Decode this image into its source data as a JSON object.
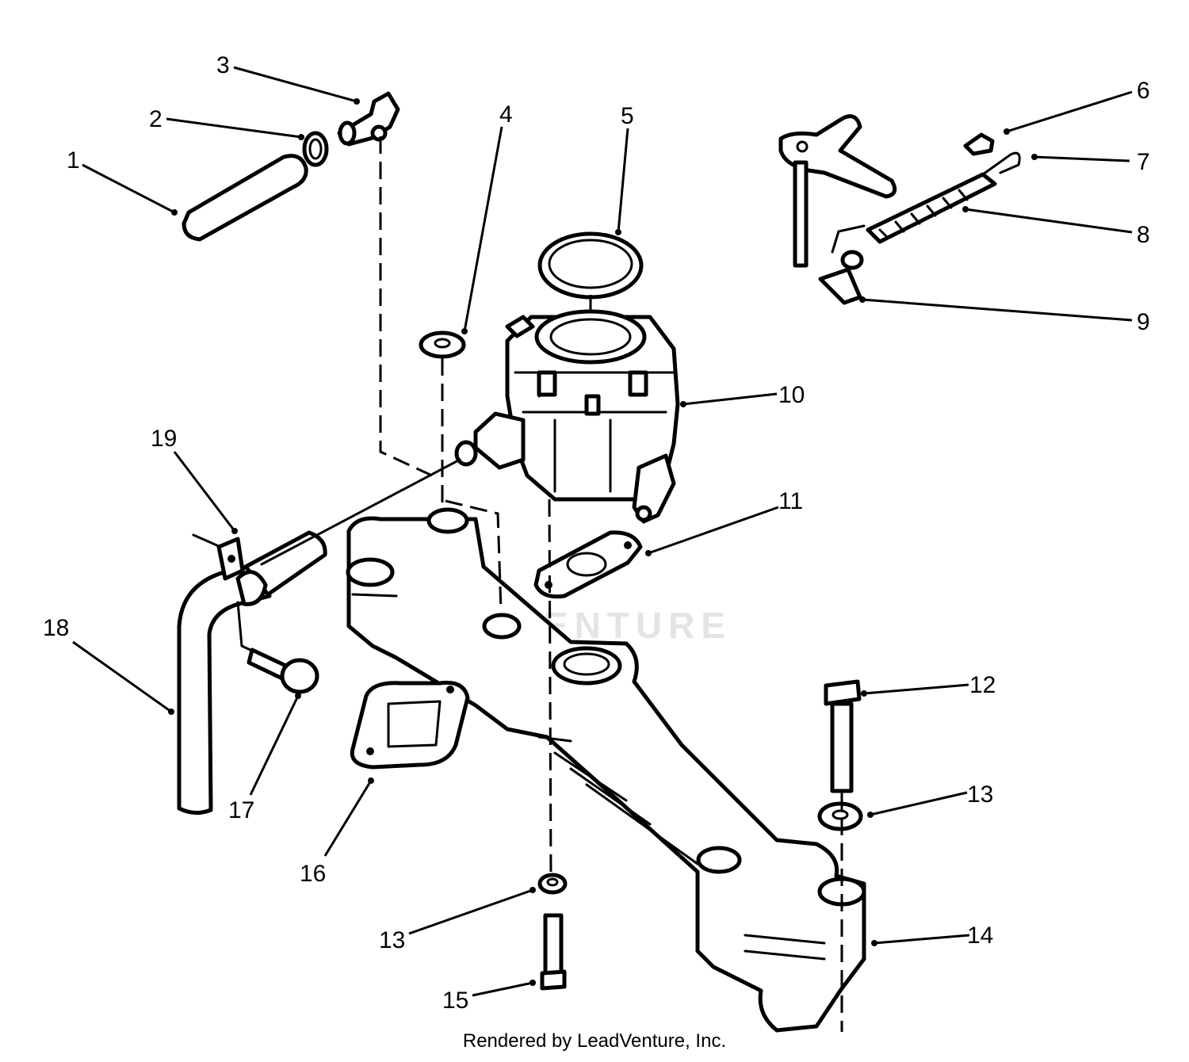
{
  "watermark": "LEADVENTURE",
  "footer": "Rendered by LeadVenture, Inc.",
  "callouts": {
    "c1": "1",
    "c2": "2",
    "c3": "3",
    "c4": "4",
    "c5": "5",
    "c6": "6",
    "c7": "7",
    "c8": "8",
    "c9": "9",
    "c10": "10",
    "c11": "11",
    "c12": "12",
    "c13a": "13",
    "c13b": "13",
    "c14": "14",
    "c15": "15",
    "c16": "16",
    "c17": "17",
    "c18": "18",
    "c19": "19"
  }
}
